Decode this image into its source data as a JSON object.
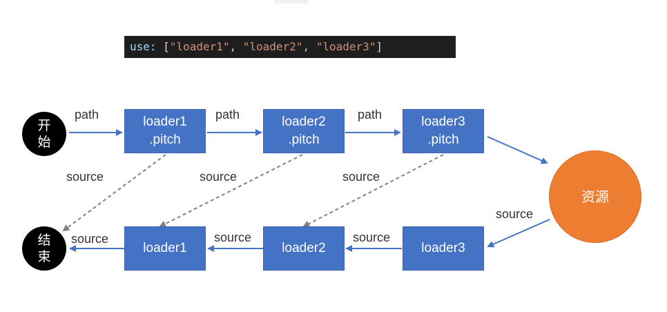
{
  "code": {
    "keyword": "use:",
    "open": " [",
    "items": [
      "\"loader1\"",
      "\"loader2\"",
      "\"loader3\""
    ],
    "sep": ", ",
    "close": "]"
  },
  "nodes": {
    "start": [
      "开",
      "始"
    ],
    "end": [
      "结",
      "束"
    ],
    "resource": "资源",
    "pitch": [
      {
        "name": "loader1",
        "suffix": ".pitch"
      },
      {
        "name": "loader2",
        "suffix": ".pitch"
      },
      {
        "name": "loader3",
        "suffix": ".pitch"
      }
    ],
    "normal": [
      "loader1",
      "loader2",
      "loader3"
    ]
  },
  "labels": {
    "path": "path",
    "source": "source"
  },
  "colors": {
    "box": "#4472c4",
    "resource": "#ed7d31",
    "terminal": "#000000",
    "arrow": "#4472c4",
    "dashed": "#808080"
  }
}
